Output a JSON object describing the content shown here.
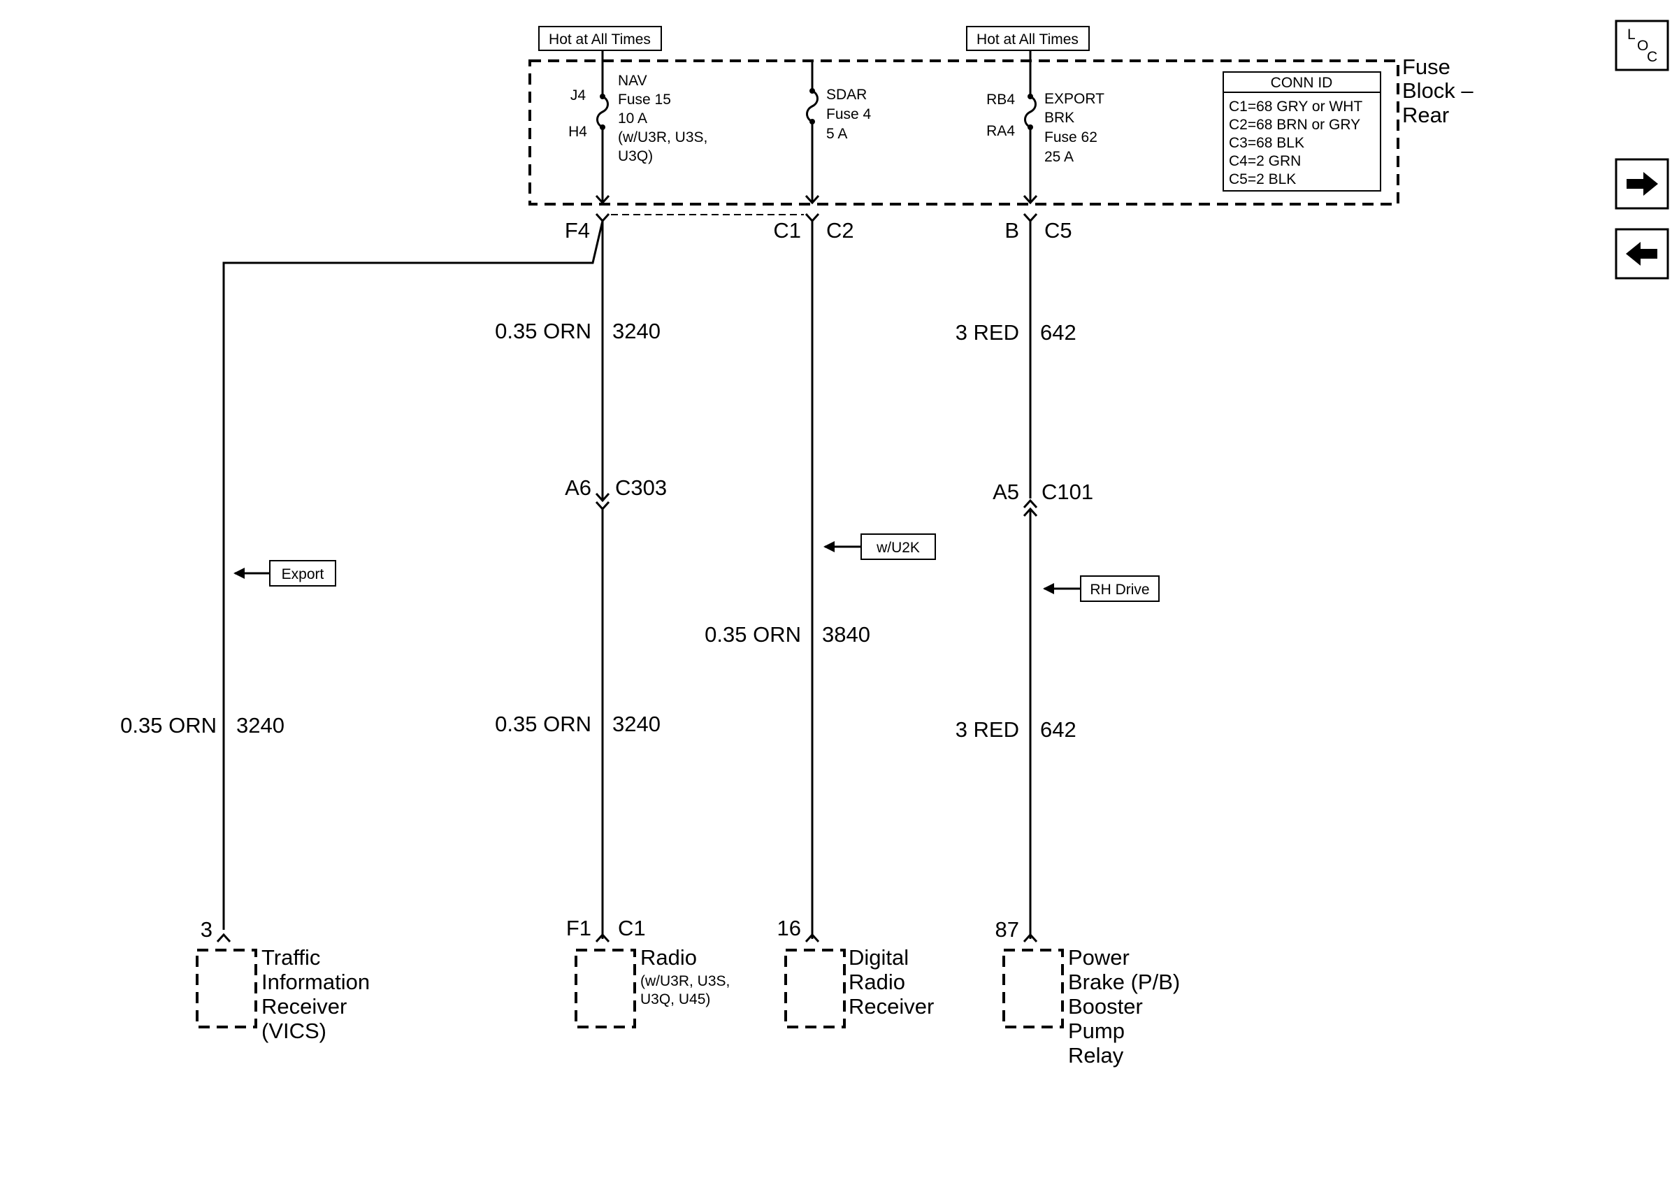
{
  "hot_labels": [
    "Hot at All Times",
    "Hot at All Times"
  ],
  "fuse_block": {
    "title": [
      "Fuse",
      "Block –",
      "Rear"
    ]
  },
  "conn_id": {
    "title": "CONN ID",
    "rows": [
      "C1=68 GRY or WHT",
      "C2=68 BRN or GRY",
      "C3=68 BLK",
      "C4=2 GRN",
      "C5=2 BLK"
    ]
  },
  "fuses": [
    {
      "top_pin": "J4",
      "bottom_pin": "H4",
      "lines": [
        "NAV",
        "Fuse 15",
        "10 A",
        "(w/U3R, U3S,",
        "U3Q)"
      ]
    },
    {
      "top_pin": "",
      "bottom_pin": "",
      "lines": [
        "SDAR",
        "Fuse 4",
        "5 A"
      ]
    },
    {
      "top_pin": "RB4",
      "bottom_pin": "RA4",
      "lines": [
        "EXPORT",
        "BRK",
        "Fuse 62",
        "25 A"
      ]
    }
  ],
  "fuse_connectors": [
    {
      "pin": "F4",
      "conn": ""
    },
    {
      "pin": "C1",
      "conn": "C2"
    },
    {
      "pin": "B",
      "conn": "C5"
    }
  ],
  "wire_labels": [
    {
      "gauge": "0.35 ORN",
      "circuit": "3240"
    },
    {
      "gauge": "3 RED",
      "circuit": "642"
    },
    {
      "gauge": "0.35 ORN",
      "circuit": "3840"
    },
    {
      "gauge": "0.35 ORN",
      "circuit": "3240"
    },
    {
      "gauge": "0.35 ORN",
      "circuit": "3240"
    },
    {
      "gauge": "3 RED",
      "circuit": "642"
    }
  ],
  "inline_connectors": [
    {
      "pin": "A6",
      "conn": "C303"
    },
    {
      "pin": "A5",
      "conn": "C101"
    }
  ],
  "options": [
    "Export",
    "w/U2K",
    "RH Drive"
  ],
  "components": [
    {
      "pin": "3",
      "conn": "",
      "name": [
        "Traffic",
        "Information",
        "Receiver",
        "(VICS)"
      ],
      "note": []
    },
    {
      "pin": "F1",
      "conn": "C1",
      "name": [
        "Radio"
      ],
      "note": [
        "(w/U3R, U3S,",
        "U3Q, U45)"
      ]
    },
    {
      "pin": "16",
      "conn": "",
      "name": [
        "Digital",
        "Radio",
        "Receiver"
      ],
      "note": []
    },
    {
      "pin": "87",
      "conn": "",
      "name": [
        "Power",
        "Brake (P/B)",
        "Booster",
        "Pump",
        "Relay"
      ],
      "note": []
    }
  ],
  "nav": {
    "loc": {
      "l": "L",
      "o": "O",
      "c": "C"
    },
    "next": "right-arrow-icon",
    "prev": "left-arrow-icon"
  }
}
